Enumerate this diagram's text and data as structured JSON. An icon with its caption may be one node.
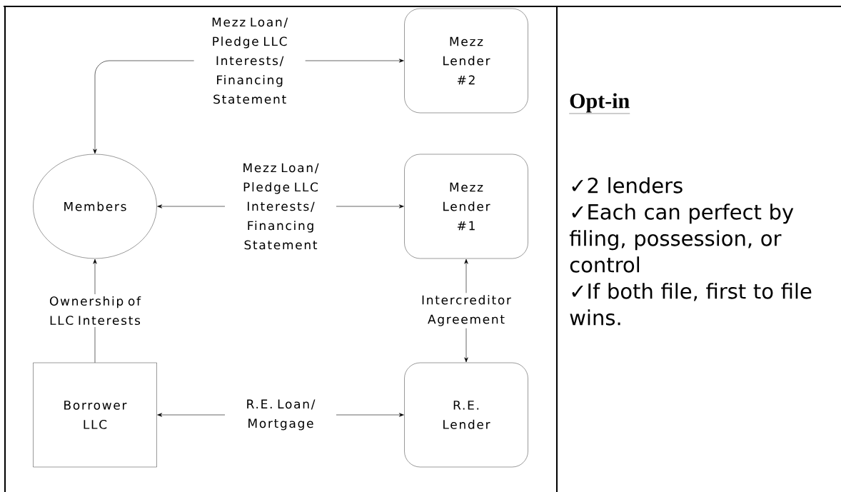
{
  "diagram": {
    "nodes": [
      {
        "text": [
          "Mezz Lender #2"
        ]
      },
      {
        "text": [
          "Members"
        ]
      },
      {
        "text": [
          "Mezz Lender #1"
        ]
      },
      {
        "text": [
          "Borrower LLC"
        ]
      },
      {
        "text": [
          "R.E. Lender"
        ]
      }
    ],
    "edges": [
      {
        "from": 1,
        "to": 0,
        "arrow": "both",
        "label": "Mezz Loan/ Pledge LLC Interests/ Financing Statement"
      },
      {
        "from": 1,
        "to": 2,
        "arrow": "both",
        "label": "Mezz Loan/ Pledge LLC Interests/ Financing Statement"
      },
      {
        "from": 3,
        "to": 1,
        "arrow": "to",
        "label": "Ownership of LLC Interests"
      },
      {
        "from": 2,
        "to": 4,
        "arrow": "both",
        "label": "Intercreditor Agreement"
      },
      {
        "from": 3,
        "to": 4,
        "arrow": "both",
        "label": "R.E. Loan/ Mortgage"
      }
    ],
    "labels": [
      "Opt-in",
      "✓2 lenders",
      "✓Each can perfect by filing, possession, or control",
      "✓If both file, first to file wins."
    ]
  }
}
